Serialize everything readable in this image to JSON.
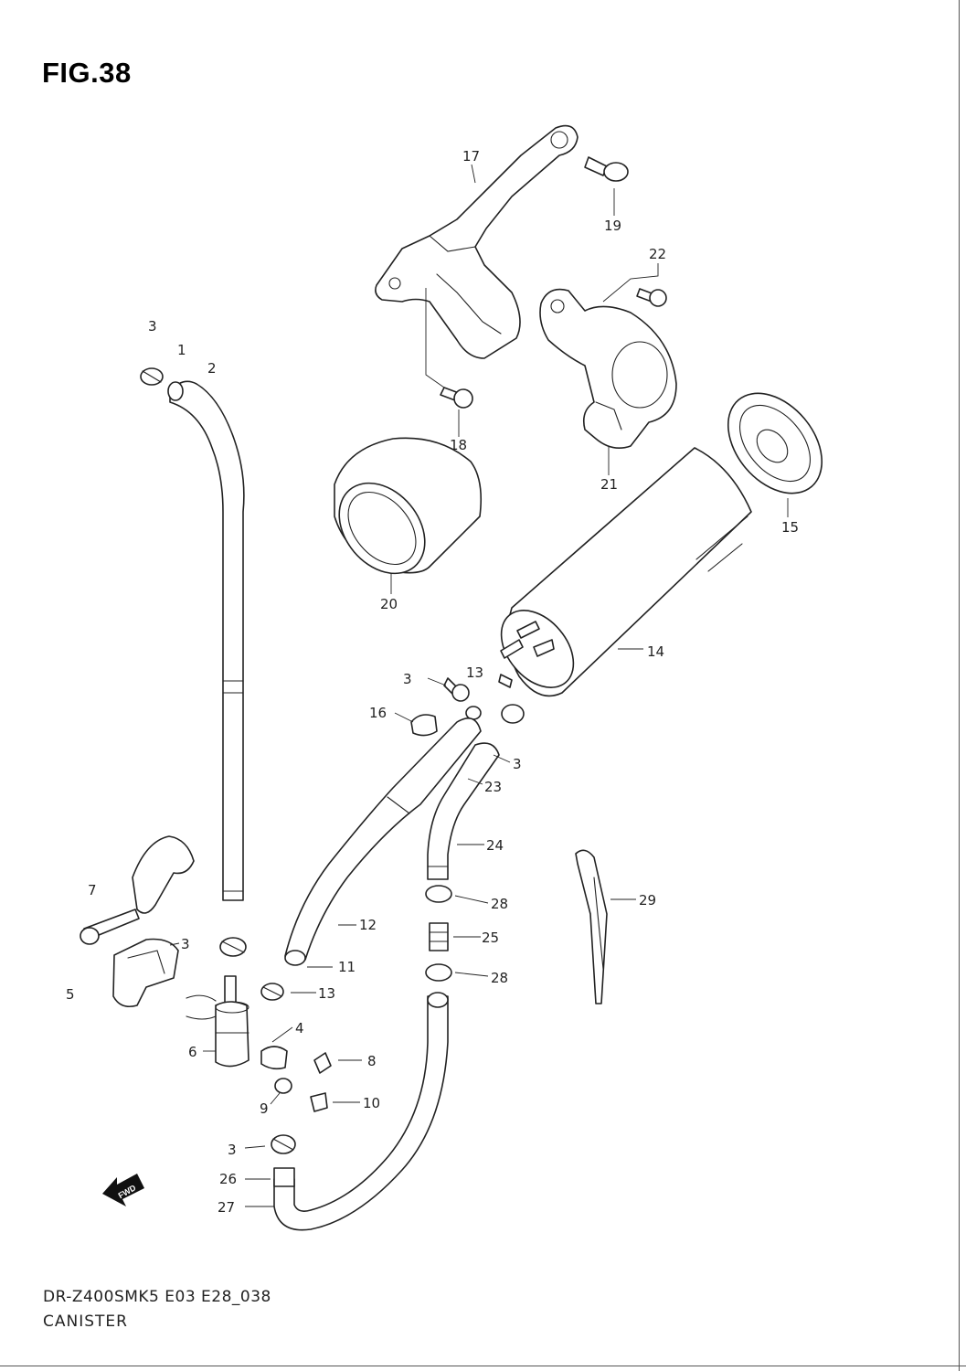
{
  "figure": {
    "title": "FIG.38",
    "footer_code": "DR-Z400SMK5 E03 E28_038",
    "footer_name": "CANISTER",
    "fwd_label": "FWD"
  },
  "callouts": [
    {
      "id": "c1",
      "text": "1"
    },
    {
      "id": "c2",
      "text": "2"
    },
    {
      "id": "c3a",
      "text": "3"
    },
    {
      "id": "c3b",
      "text": "3"
    },
    {
      "id": "c3c",
      "text": "3"
    },
    {
      "id": "c3d",
      "text": "3"
    },
    {
      "id": "c3e",
      "text": "3"
    },
    {
      "id": "c4",
      "text": "4"
    },
    {
      "id": "c5",
      "text": "5"
    },
    {
      "id": "c6",
      "text": "6"
    },
    {
      "id": "c7",
      "text": "7"
    },
    {
      "id": "c8",
      "text": "8"
    },
    {
      "id": "c9",
      "text": "9"
    },
    {
      "id": "c10",
      "text": "10"
    },
    {
      "id": "c11",
      "text": "11"
    },
    {
      "id": "c12",
      "text": "12"
    },
    {
      "id": "c13a",
      "text": "13"
    },
    {
      "id": "c13b",
      "text": "13"
    },
    {
      "id": "c14",
      "text": "14"
    },
    {
      "id": "c15",
      "text": "15"
    },
    {
      "id": "c16",
      "text": "16"
    },
    {
      "id": "c17",
      "text": "17"
    },
    {
      "id": "c18",
      "text": "18"
    },
    {
      "id": "c19",
      "text": "19"
    },
    {
      "id": "c20",
      "text": "20"
    },
    {
      "id": "c21",
      "text": "21"
    },
    {
      "id": "c22",
      "text": "22"
    },
    {
      "id": "c23",
      "text": "23"
    },
    {
      "id": "c24",
      "text": "24"
    },
    {
      "id": "c25",
      "text": "25"
    },
    {
      "id": "c26",
      "text": "26"
    },
    {
      "id": "c27",
      "text": "27"
    },
    {
      "id": "c28a",
      "text": "28"
    },
    {
      "id": "c28b",
      "text": "28"
    },
    {
      "id": "c29",
      "text": "29"
    }
  ]
}
